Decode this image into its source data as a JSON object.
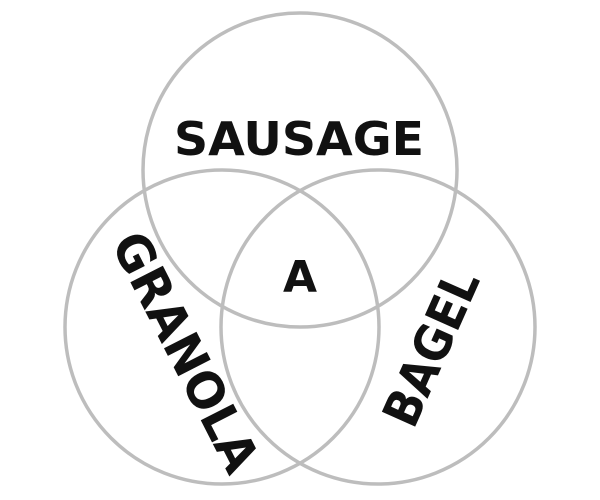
{
  "diagram": {
    "sets": [
      {
        "id": "top",
        "label": "SAUSAGE"
      },
      {
        "id": "left",
        "label": "GRANOLA"
      },
      {
        "id": "right",
        "label": "BAGEL"
      }
    ],
    "intersection_label": "A",
    "colors": {
      "outline": "#bdbdbd",
      "text": "#111111",
      "background": "#ffffff"
    }
  }
}
